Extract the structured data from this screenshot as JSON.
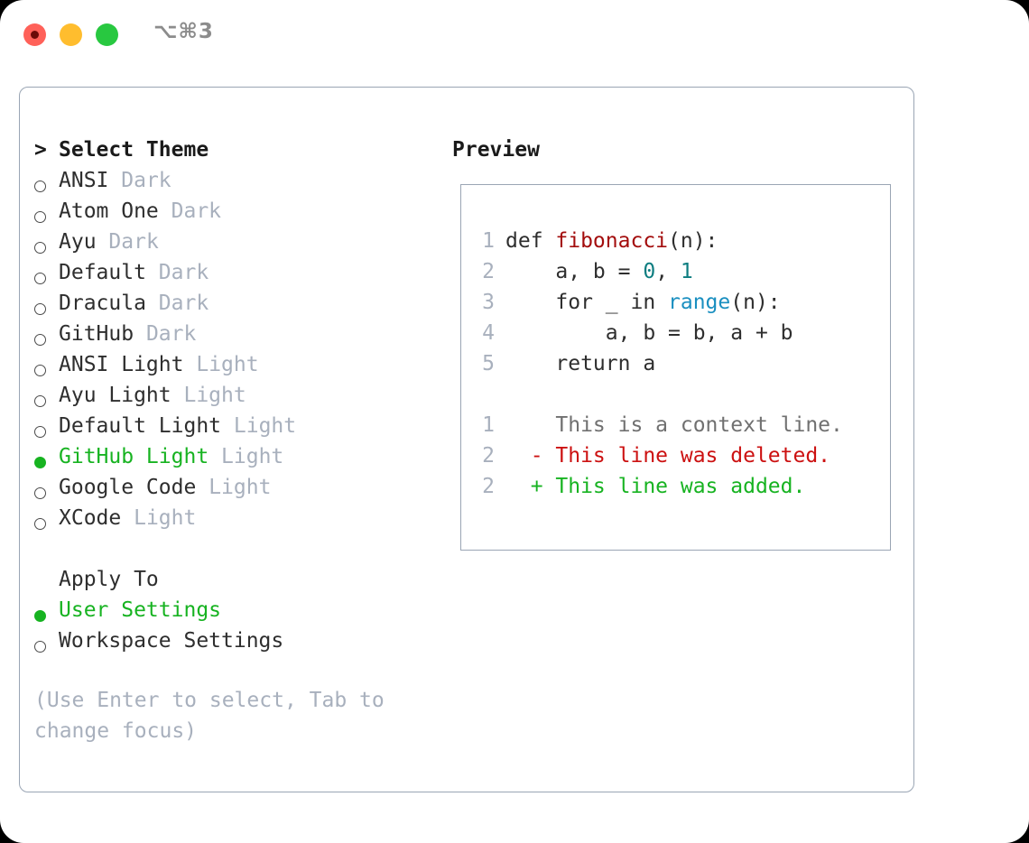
{
  "titlebar": {
    "shortcut": "⌥⌘3",
    "buttons": [
      {
        "name": "close",
        "color": "#ff6159"
      },
      {
        "name": "minimize",
        "color": "#ffbd2e"
      },
      {
        "name": "maximize",
        "color": "#28c840"
      }
    ]
  },
  "theme_picker": {
    "header_marker": ">",
    "header": "Select Theme",
    "items": [
      {
        "marker": "○",
        "selected": false,
        "label": "ANSI",
        "tag": "Dark"
      },
      {
        "marker": "○",
        "selected": false,
        "label": "Atom One",
        "tag": "Dark"
      },
      {
        "marker": "○",
        "selected": false,
        "label": "Ayu",
        "tag": "Dark"
      },
      {
        "marker": "○",
        "selected": false,
        "label": "Default",
        "tag": "Dark"
      },
      {
        "marker": "○",
        "selected": false,
        "label": "Dracula",
        "tag": "Dark"
      },
      {
        "marker": "○",
        "selected": false,
        "label": "GitHub",
        "tag": "Dark"
      },
      {
        "marker": "○",
        "selected": false,
        "label": "ANSI Light",
        "tag": "Light"
      },
      {
        "marker": "○",
        "selected": false,
        "label": "Ayu Light",
        "tag": "Light"
      },
      {
        "marker": "○",
        "selected": false,
        "label": "Default Light",
        "tag": "Light"
      },
      {
        "marker": "●",
        "selected": true,
        "label": "GitHub Light",
        "tag": "Light"
      },
      {
        "marker": "○",
        "selected": false,
        "label": "Google Code",
        "tag": "Light"
      },
      {
        "marker": "○",
        "selected": false,
        "label": "XCode",
        "tag": "Light"
      }
    ]
  },
  "apply_to": {
    "header": "Apply To",
    "options": [
      {
        "marker": "●",
        "selected": true,
        "label": "User Settings"
      },
      {
        "marker": "○",
        "selected": false,
        "label": "Workspace Settings"
      }
    ]
  },
  "hint": "(Use Enter to select, Tab to change focus)",
  "preview": {
    "title": "Preview",
    "code_lines": [
      {
        "num": "1",
        "segments": [
          {
            "text": "def ",
            "kind": "plain"
          },
          {
            "text": "fibonacci",
            "kind": "fn"
          },
          {
            "text": "(n):",
            "kind": "plain"
          }
        ]
      },
      {
        "num": "2",
        "segments": [
          {
            "text": "    a, b = ",
            "kind": "plain"
          },
          {
            "text": "0",
            "kind": "num"
          },
          {
            "text": ", ",
            "kind": "plain"
          },
          {
            "text": "1",
            "kind": "num"
          }
        ]
      },
      {
        "num": "3",
        "segments": [
          {
            "text": "    for _ in ",
            "kind": "plain"
          },
          {
            "text": "range",
            "kind": "call"
          },
          {
            "text": "(n):",
            "kind": "plain"
          }
        ]
      },
      {
        "num": "4",
        "segments": [
          {
            "text": "        a, b = b, a + b",
            "kind": "plain"
          }
        ]
      },
      {
        "num": "5",
        "segments": [
          {
            "text": "    return a",
            "kind": "plain"
          }
        ]
      }
    ],
    "diff_lines": [
      {
        "num": "1",
        "sign": " ",
        "text": "This is a context line.",
        "kind": "ctx"
      },
      {
        "num": "2",
        "sign": "-",
        "text": "This line was deleted.",
        "kind": "del"
      },
      {
        "num": "2",
        "sign": "+",
        "text": "This line was added.",
        "kind": "add"
      }
    ]
  },
  "colors": {
    "accent_green": "#17b321",
    "muted": "#a8b0bd",
    "border": "#9aa5b4",
    "fn": "#a30d0d",
    "num": "#0d7d80",
    "call": "#1a8fc0",
    "diff_del": "#cc1111",
    "diff_add": "#17b321",
    "diff_ctx": "#707070"
  }
}
